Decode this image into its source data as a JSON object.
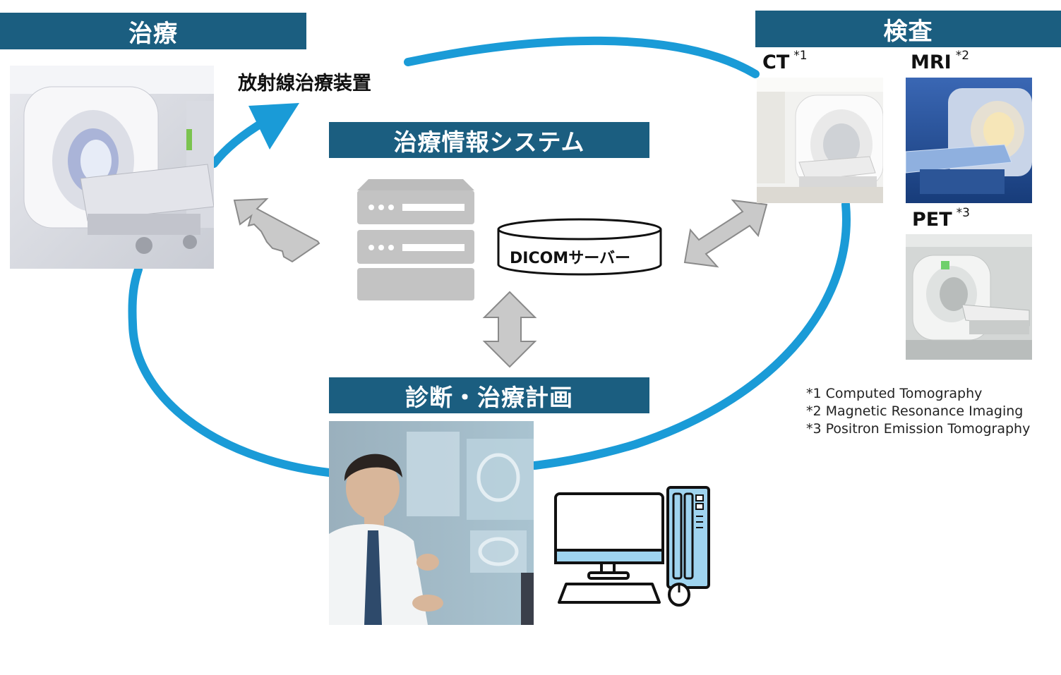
{
  "treatment": {
    "title": "治療",
    "device_label": "放射線治療装置"
  },
  "examination": {
    "title": "検査",
    "modalities": [
      {
        "name": "CT",
        "note": "*1"
      },
      {
        "name": "MRI",
        "note": "*2"
      },
      {
        "name": "PET",
        "note": "*3"
      }
    ]
  },
  "system": {
    "title": "治療情報システム",
    "server_label": "DICOMサーバー"
  },
  "planning": {
    "title": "診断・治療計画"
  },
  "footnotes": [
    "*1 Computed Tomography",
    "*2 Magnetic Resonance Imaging",
    "*3 Positron Emission Tomography"
  ],
  "colors": {
    "banner": "#1b5e80",
    "cycle_arrow": "#1a9bd7",
    "double_arrow": "#c8c8c8",
    "computer_accent": "#9fd4ef"
  }
}
